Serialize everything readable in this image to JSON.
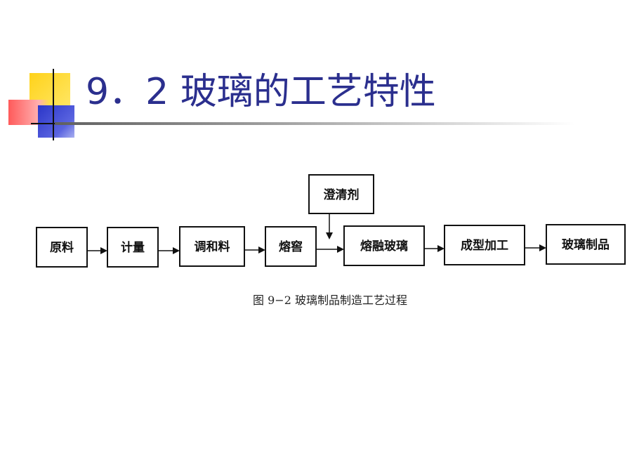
{
  "slide": {
    "title": "9．2 玻璃的工艺特性"
  },
  "flow": {
    "nodes": [
      {
        "id": "raw",
        "label": "原料"
      },
      {
        "id": "measure",
        "label": "计量"
      },
      {
        "id": "mix",
        "label": "调和料"
      },
      {
        "id": "kiln",
        "label": "熔窖"
      },
      {
        "id": "melt",
        "label": "熔融玻璃"
      },
      {
        "id": "form",
        "label": "成型加工"
      },
      {
        "id": "product",
        "label": "玻璃制品"
      },
      {
        "id": "fining",
        "label": "澄清剂"
      }
    ],
    "edges": [
      {
        "from": "raw",
        "to": "measure"
      },
      {
        "from": "measure",
        "to": "mix"
      },
      {
        "from": "mix",
        "to": "kiln"
      },
      {
        "from": "kiln",
        "to": "melt"
      },
      {
        "from": "fining",
        "to": "kiln-melt-link"
      },
      {
        "from": "melt",
        "to": "form"
      },
      {
        "from": "form",
        "to": "product"
      }
    ],
    "caption": "图 9−2   玻璃制品制造工艺过程"
  }
}
